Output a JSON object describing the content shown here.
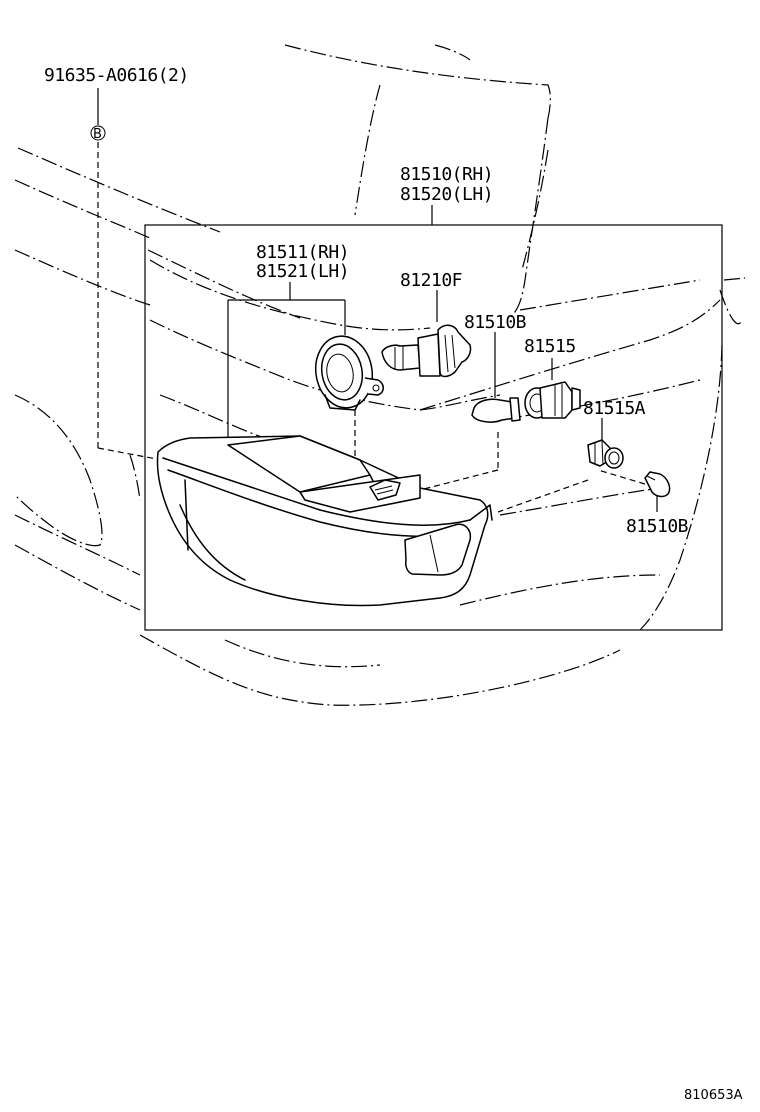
{
  "labels": {
    "screw": "91635-A0616(2)",
    "screw_marker": "B",
    "assy_rh": "81510(RH)",
    "assy_lh": "81520(LH)",
    "lens_rh": "81511(RH)",
    "lens_lh": "81521(LH)",
    "bulb_main": "81210F",
    "bulb_wedge_top": "81510B",
    "socket_top": "81515",
    "socket_lower": "81515A",
    "bulb_wedge_lower": "81510B",
    "diagram_id": "810653A"
  }
}
